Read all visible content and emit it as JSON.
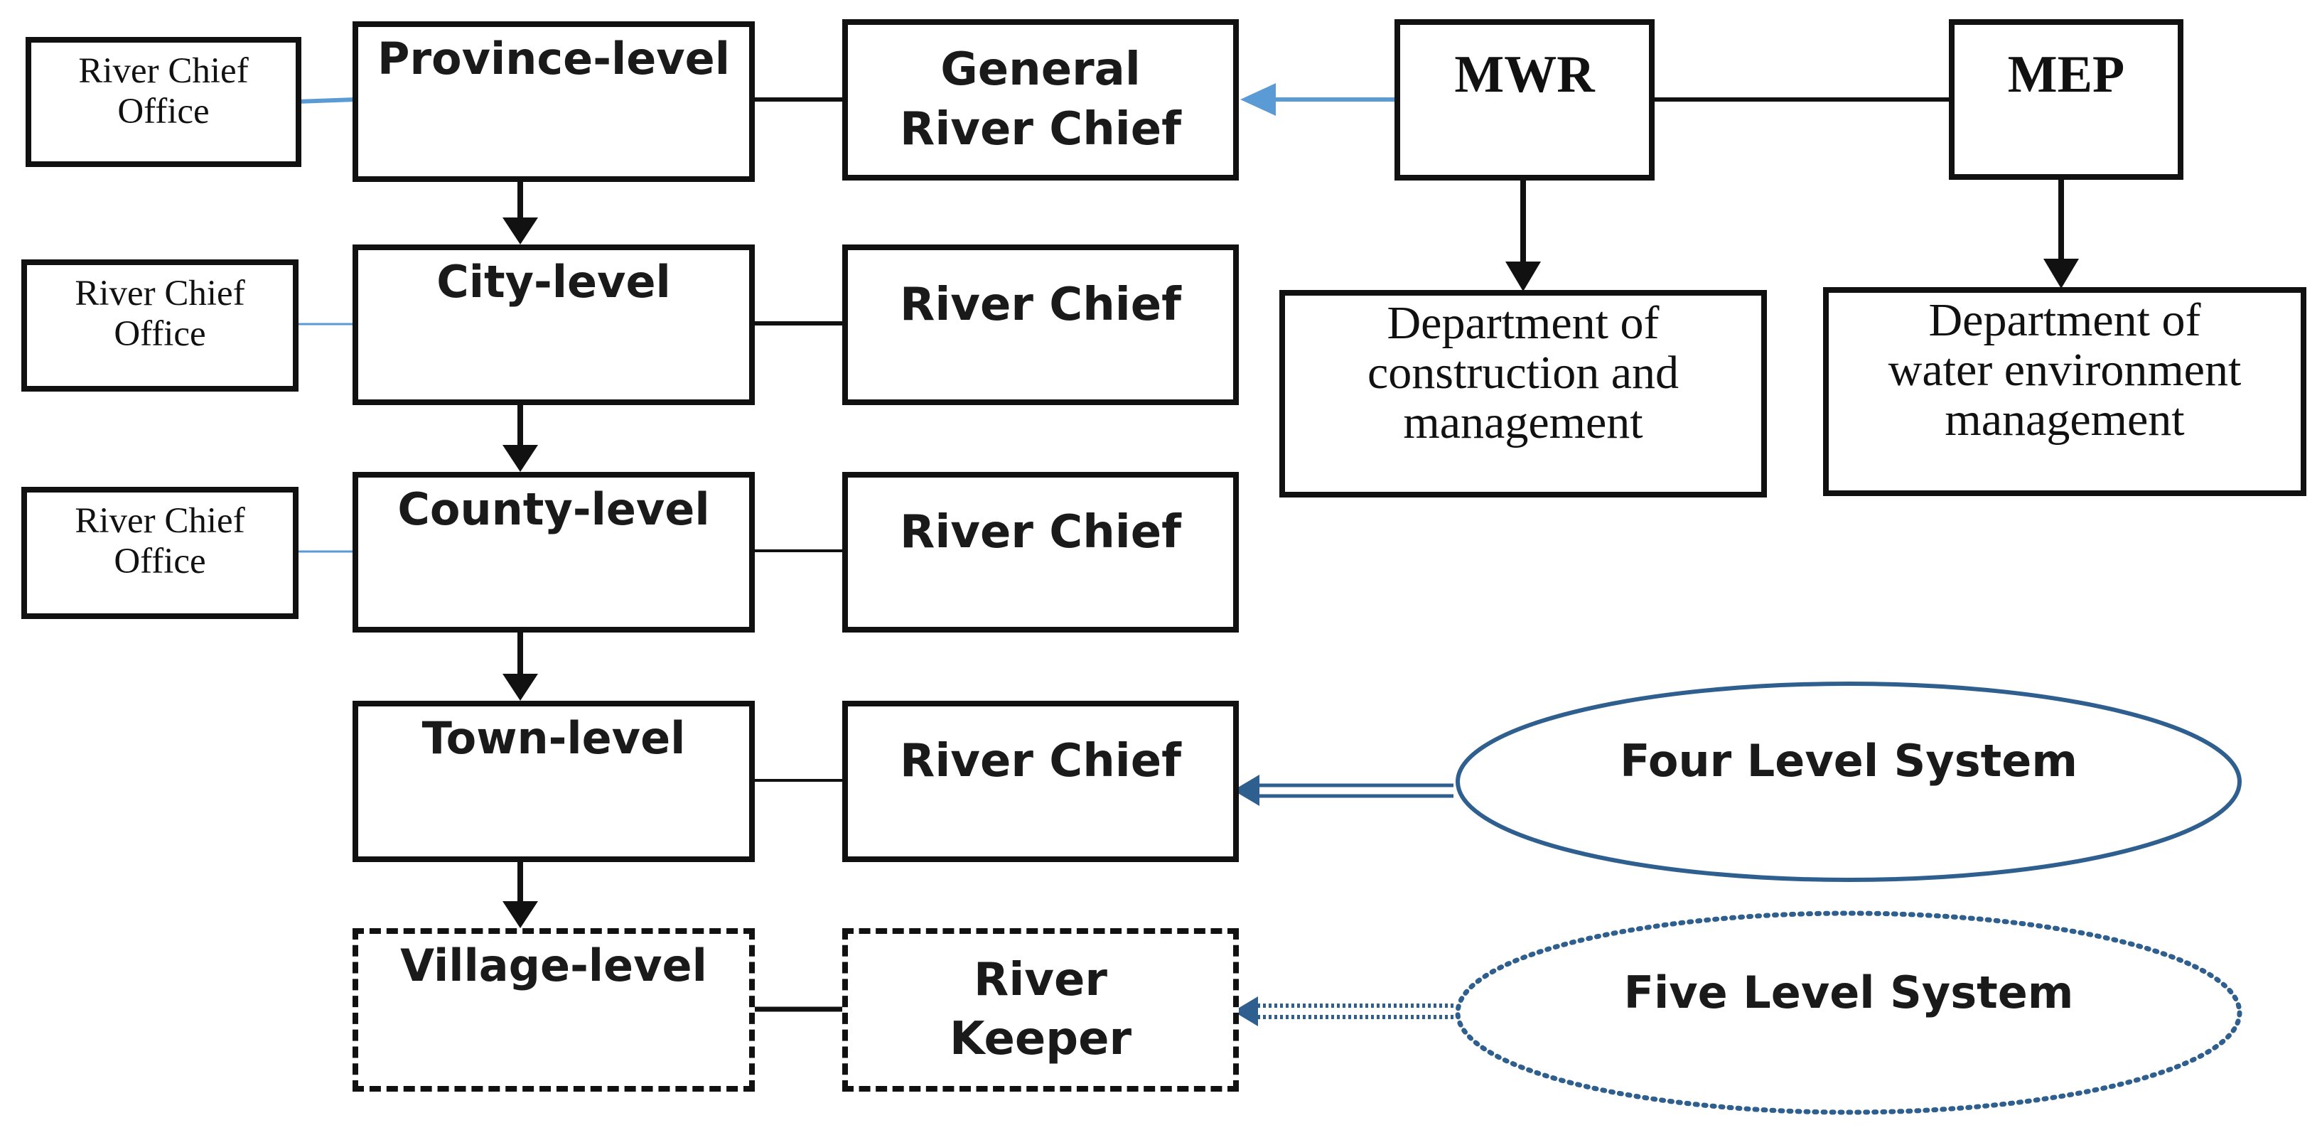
{
  "levels": {
    "province": "Province-level",
    "city": "City-level",
    "county": "County-level",
    "town": "Town-level",
    "village": "Village-level"
  },
  "chiefs": {
    "general_line1": "General",
    "general_line2": "River Chief",
    "city": "River Chief",
    "county": "River Chief",
    "town": "River Chief",
    "keeper_line1": "River",
    "keeper_line2": "Keeper"
  },
  "offices": {
    "line1": "River Chief",
    "line2": "Office"
  },
  "ministries": {
    "mwr": "MWR",
    "mep": "MEP"
  },
  "departments": {
    "construction": [
      "Department of",
      "construction and",
      "management"
    ],
    "water_env": [
      "Department of",
      "water environment",
      "management"
    ]
  },
  "systems": {
    "four": "Four Level System",
    "five": "Five Level System"
  },
  "colors": {
    "box_border": "#111111",
    "link_blue": "#5b9bd5",
    "ellipse_blue": "#2e5f8f"
  }
}
